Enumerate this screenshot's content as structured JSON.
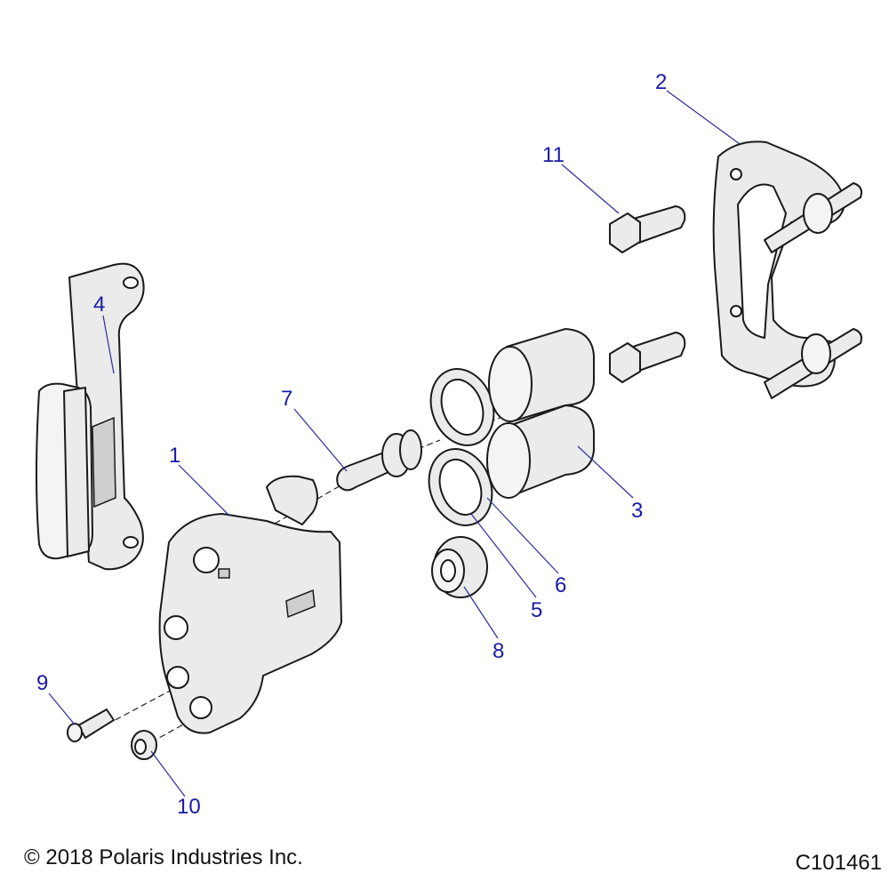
{
  "callouts": {
    "c1": "1",
    "c2": "2",
    "c3": "3",
    "c4": "4",
    "c5": "5",
    "c6": "6",
    "c7": "7",
    "c8": "8",
    "c9": "9",
    "c10": "10",
    "c11": "11"
  },
  "footer": {
    "copyright": "© 2018 Polaris Industries Inc.",
    "drawing_id": "C101461"
  },
  "colors": {
    "callout": "#1a1aa6",
    "leader": "#2b2b9e",
    "part_fill": "#ebebeb",
    "outline": "#1a1a1a"
  }
}
